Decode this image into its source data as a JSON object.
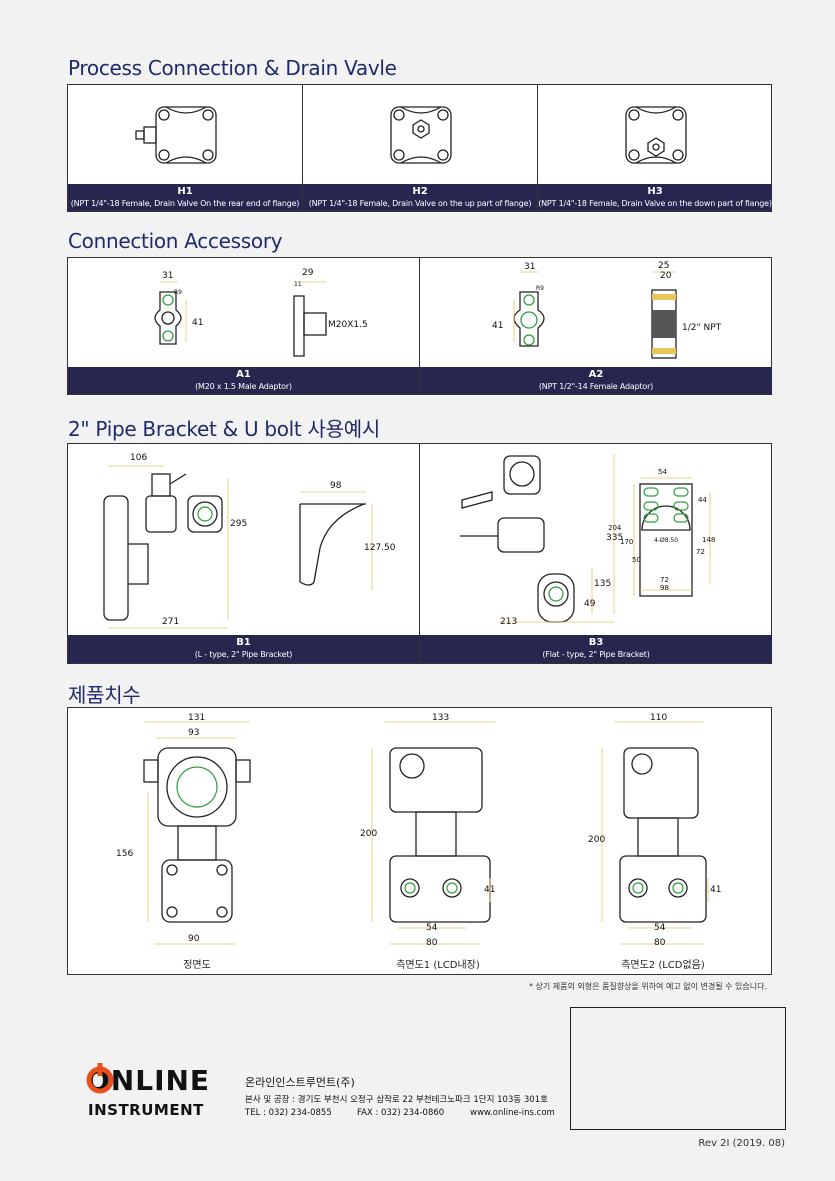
{
  "sections": {
    "process": {
      "title": "Process Connection & Drain Vavle",
      "items": [
        {
          "code": "H1",
          "desc": "(NPT 1/4\"-18 Female, Drain Valve On the rear end of flange)"
        },
        {
          "code": "H2",
          "desc": "(NPT 1/4\"-18 Female, Drain Valve on the up part of flange)"
        },
        {
          "code": "H3",
          "desc": "(NPT 1/4\"-18 Female, Drain Valve on the down part of flange)"
        }
      ]
    },
    "accessory": {
      "title": "Connection Accessory",
      "items": [
        {
          "code": "A1",
          "desc": "(M20 x 1.5 Male Adaptor)"
        },
        {
          "code": "A2",
          "desc": "(NPT 1/2\"-14  Female Adaptor)"
        }
      ],
      "a1_dims": {
        "w": "31",
        "r": "R9",
        "h": "41",
        "side": "29",
        "side_small": "11",
        "thread": "M20X1.5"
      },
      "a2_dims": {
        "w": "31",
        "r": "R9",
        "h": "41",
        "side": "25",
        "side_small": "20",
        "thread": "1/2\" NPT"
      }
    },
    "bracket": {
      "title": "2\" Pipe Bracket & U bolt 사용예시",
      "items": [
        {
          "code": "B1",
          "desc": "(L - type, 2\" Pipe Bracket)"
        },
        {
          "code": "B3",
          "desc": "(Flat - type, 2\" Pipe Bracket)"
        }
      ],
      "b1_dims": {
        "top": "106",
        "height": "295",
        "bottom": "271",
        "bw": "98",
        "bh": "127.50"
      },
      "b3_dims": {
        "height": "335",
        "mid": "135",
        "small": "49",
        "bottom": "213",
        "p54": "54",
        "p44": "44",
        "p204": "204",
        "p170": "170",
        "p148": "148",
        "p72a": "72",
        "p50": "50",
        "p72b": "72",
        "p98": "98",
        "hole": "4-Ø8.50"
      }
    },
    "dimension": {
      "title": "제품치수",
      "views": [
        {
          "label": "정면도",
          "d1": "131",
          "d2": "93",
          "d3": "156",
          "d4": "90"
        },
        {
          "label": "측면도1 (LCD내장)",
          "d1": "133",
          "d2": "200",
          "d3": "41",
          "d4": "54",
          "d5": "80"
        },
        {
          "label": "측면도2 (LCD없음)",
          "d1": "110",
          "d2": "200",
          "d3": "41",
          "d4": "54",
          "d5": "80"
        }
      ]
    }
  },
  "note": "* 상기 제품의 외형은 품질향상을 위하여 예고 없이 변경될 수 있습니다.",
  "footer": {
    "brand_top": "ONLINE",
    "brand_bottom": "INSTRUMENT",
    "company": "온라인인스트루먼트(주)",
    "address": "본사 및 공장 : 경기도 부천시 오정구 삼작로 22  부천테크노파크 1단지 103동 301호",
    "tel": "TEL : 032) 234-0855",
    "fax": "FAX : 032) 234-0860",
    "web": "www.online-ins.com",
    "revision": "Rev 2I (2019. 08)"
  },
  "colors": {
    "heading": "#1f2b6b",
    "caption_bg": "#26264f",
    "accent_orange": "#e8501c",
    "dim_yellow": "#e6c65c",
    "dim_green": "#2e9e3e"
  }
}
